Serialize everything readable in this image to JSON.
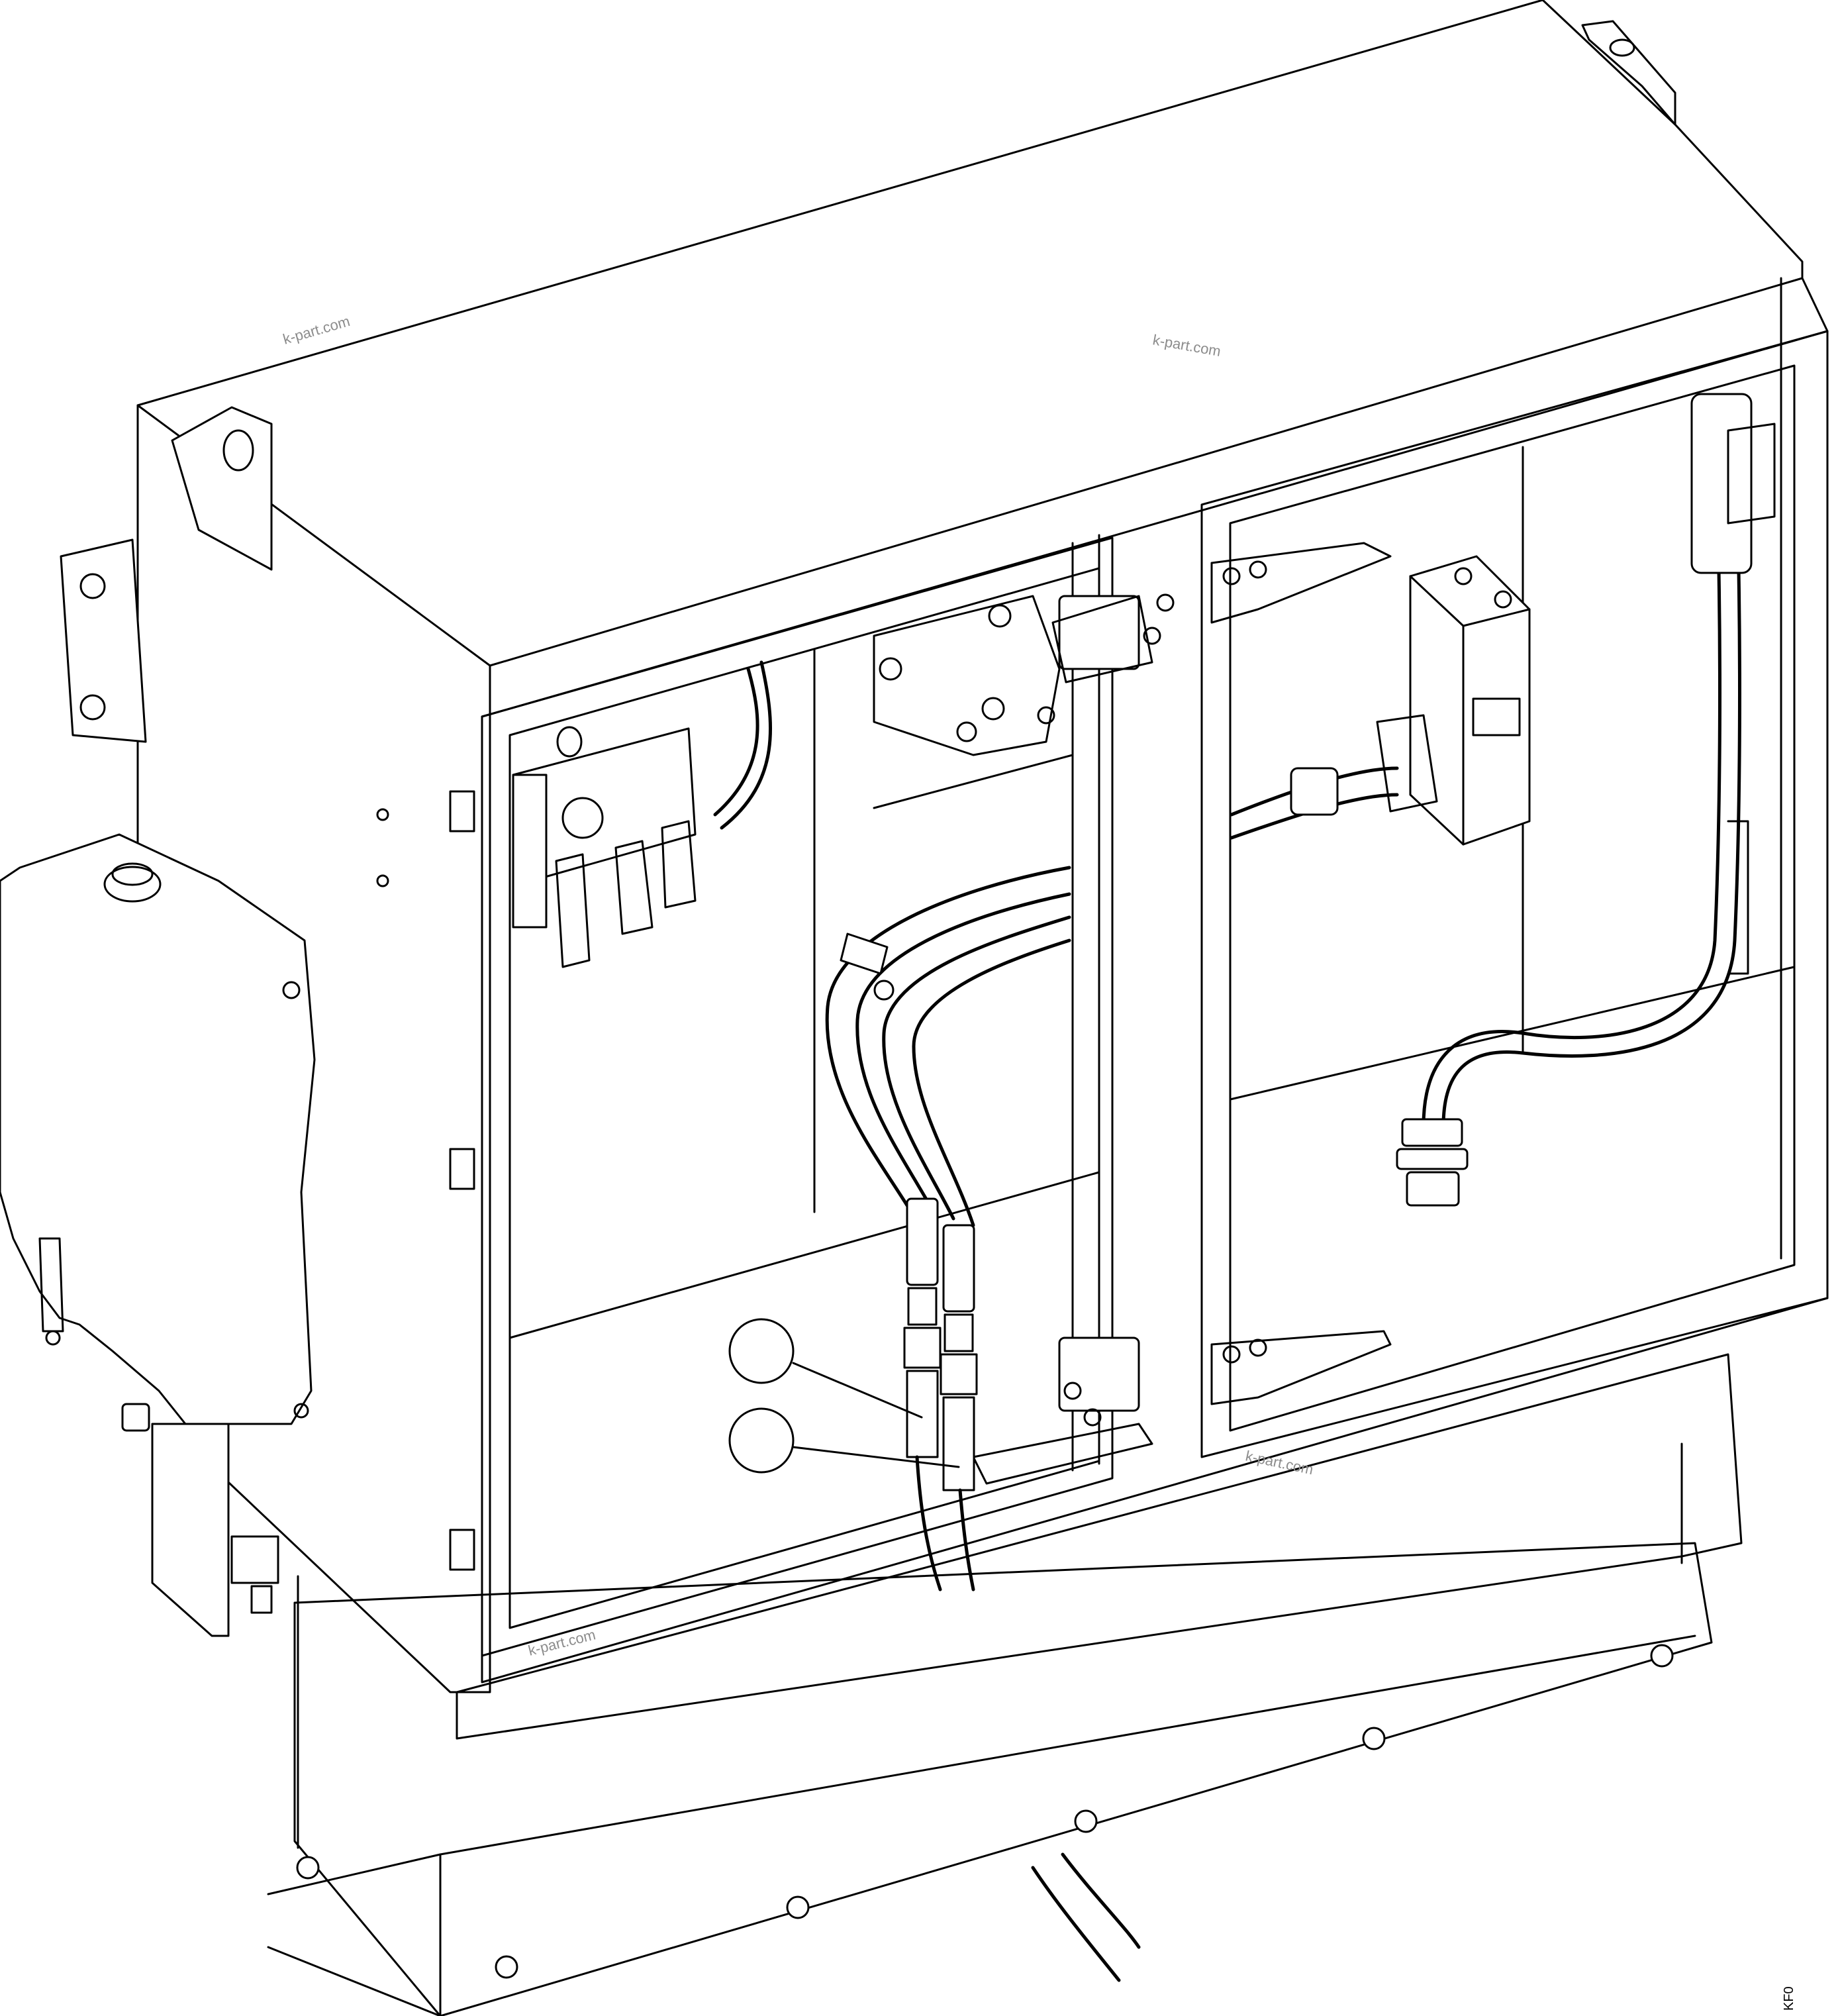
{
  "figure": {
    "callouts": [
      {
        "id": "callout-1",
        "label": ""
      },
      {
        "id": "callout-2",
        "label": ""
      }
    ],
    "watermarks": [
      "k-part.com",
      "k-part.com",
      "k-part.com",
      "k-part.com"
    ],
    "drawing_code": "KF0"
  }
}
